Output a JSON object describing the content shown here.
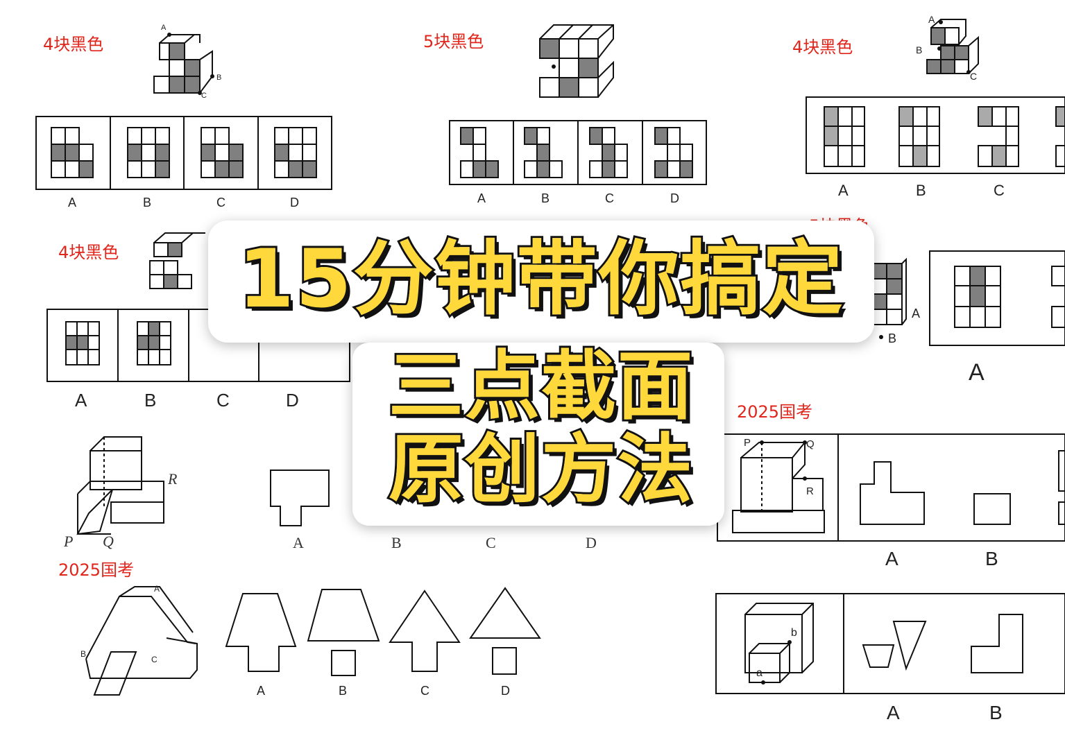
{
  "labels": {
    "q1": "4块黑色",
    "q2": "5块黑色",
    "q3": "4块黑色",
    "q4": "4块黑色",
    "q5": "5块黑色",
    "exam_left": "2025国考",
    "exam_right": "2025国考"
  },
  "options_abcd": [
    "A",
    "B",
    "C",
    "D"
  ],
  "options_ab": [
    "A",
    "B"
  ],
  "points": {
    "a": "A",
    "b": "B",
    "c": "C",
    "p": "P",
    "q": "Q",
    "r": "R",
    "la": "a",
    "lb": "b"
  },
  "banner": {
    "line1": "15分钟带你搞定",
    "line2": "三点截面",
    "line3": "原创方法"
  },
  "colors": {
    "accent_red": "#e0251b",
    "banner_yellow": "#ffd93b",
    "outline": "#111111",
    "cube_gray": "#808080"
  }
}
